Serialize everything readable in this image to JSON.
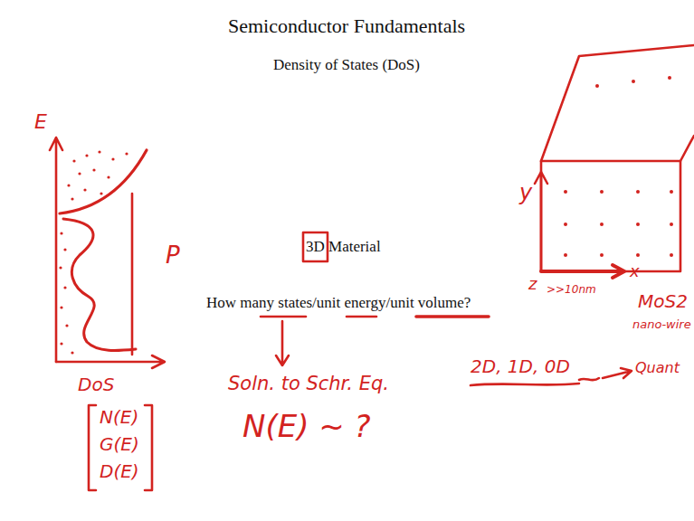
{
  "diagram": {
    "title": "Semiconductor Fundamentals",
    "labels": [
      "Density of States (DoS)",
      "E",
      "P",
      "DoS",
      "N(E)",
      "G(E)",
      "D(E)",
      "3D Material",
      "How many states/unit energy/unit volume?",
      "Soln. to Schr. Eq.",
      "N(E) ~ ?",
      "y",
      "z",
      "x",
      ">>10nm",
      "MoS2",
      "nano-wire",
      "2D, 1D, 0D",
      "Quant"
    ]
  }
}
